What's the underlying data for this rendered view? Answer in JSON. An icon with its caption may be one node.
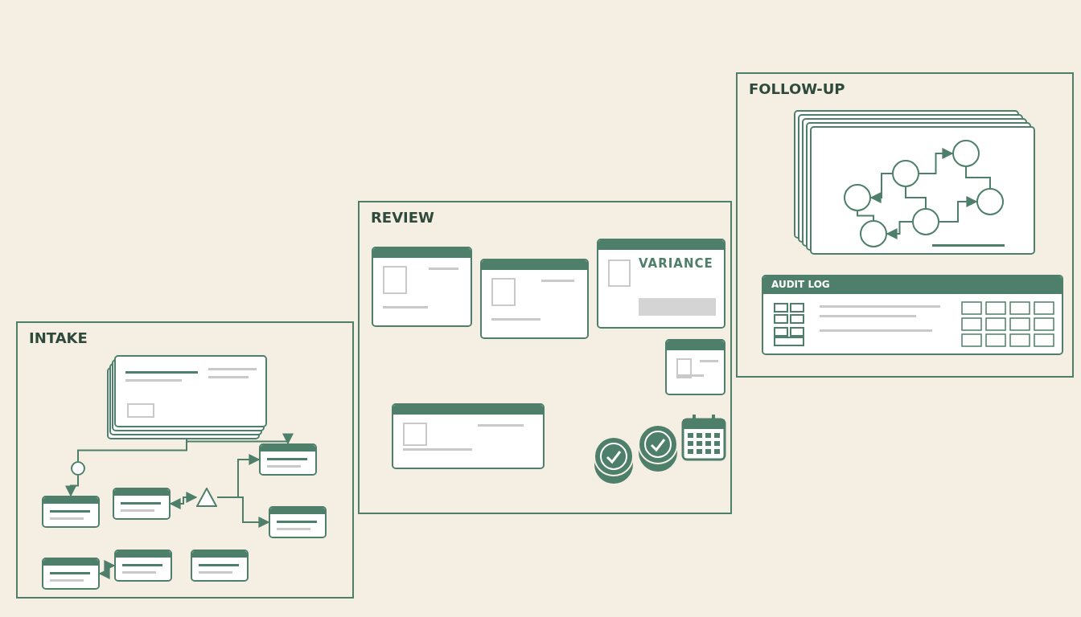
{
  "diagram": {
    "nodes": [
      {
        "text": [
          "INTAKE"
        ]
      },
      {
        "text": [],
        "shape": "box",
        "in": 0
      },
      {
        "text": [],
        "shape": "circle",
        "in": 0
      },
      {
        "text": [],
        "shape": "box",
        "in": 0
      },
      {
        "text": [],
        "shape": "box",
        "in": 0
      },
      {
        "text": [],
        "shape": "triangle",
        "in": 0
      },
      {
        "text": [],
        "shape": "box",
        "in": 0
      },
      {
        "text": [],
        "shape": "box",
        "in": 0
      },
      {
        "text": [],
        "shape": "box",
        "in": 0
      },
      {
        "text": [],
        "shape": "box",
        "in": 0
      },
      {
        "text": [],
        "shape": "box",
        "in": 0
      },
      {
        "text": [
          "REVIEW"
        ]
      },
      {
        "text": [],
        "shape": "box",
        "in": 11
      },
      {
        "text": [],
        "shape": "box",
        "in": 11
      },
      {
        "text": [
          "VARIANCE"
        ],
        "in": 11
      },
      {
        "text": [],
        "shape": "box",
        "in": 11
      },
      {
        "text": [],
        "shape": "box",
        "in": 11
      },
      {
        "text": [
          "FOLLOW-UP"
        ]
      },
      {
        "text": [],
        "shape": "box",
        "in": 17
      },
      {
        "text": [],
        "shape": "circle",
        "in": 18
      },
      {
        "text": [],
        "shape": "circle",
        "in": 18
      },
      {
        "text": [],
        "shape": "circle",
        "in": 18
      },
      {
        "text": [],
        "shape": "circle",
        "in": 18
      },
      {
        "text": [],
        "shape": "circle",
        "in": 18
      },
      {
        "text": [],
        "shape": "circle",
        "in": 18
      },
      {
        "text": [
          "AUDIT LOG"
        ],
        "in": 17
      }
    ],
    "edges": [
      {
        "from": 1,
        "to": 2,
        "arrow": "none"
      },
      {
        "from": 2,
        "to": 3,
        "arrow": "to"
      },
      {
        "from": 1,
        "to": 6,
        "arrow": "to"
      },
      {
        "from": 4,
        "to": 5,
        "arrow": "both"
      },
      {
        "from": 5,
        "to": 6,
        "arrow": "to"
      },
      {
        "from": 5,
        "to": 7,
        "arrow": "to"
      },
      {
        "from": 9,
        "to": 10,
        "arrow": "both"
      },
      {
        "from": 20,
        "to": 19,
        "arrow": "to"
      },
      {
        "from": 20,
        "to": 21,
        "arrow": "to"
      },
      {
        "from": 19,
        "to": 22,
        "arrow": "none"
      },
      {
        "from": 20,
        "to": 23,
        "arrow": "none"
      },
      {
        "from": 23,
        "to": 24,
        "arrow": "to"
      },
      {
        "from": 23,
        "to": 22,
        "arrow": "to"
      },
      {
        "from": 21,
        "to": 24,
        "arrow": "none"
      }
    ]
  }
}
